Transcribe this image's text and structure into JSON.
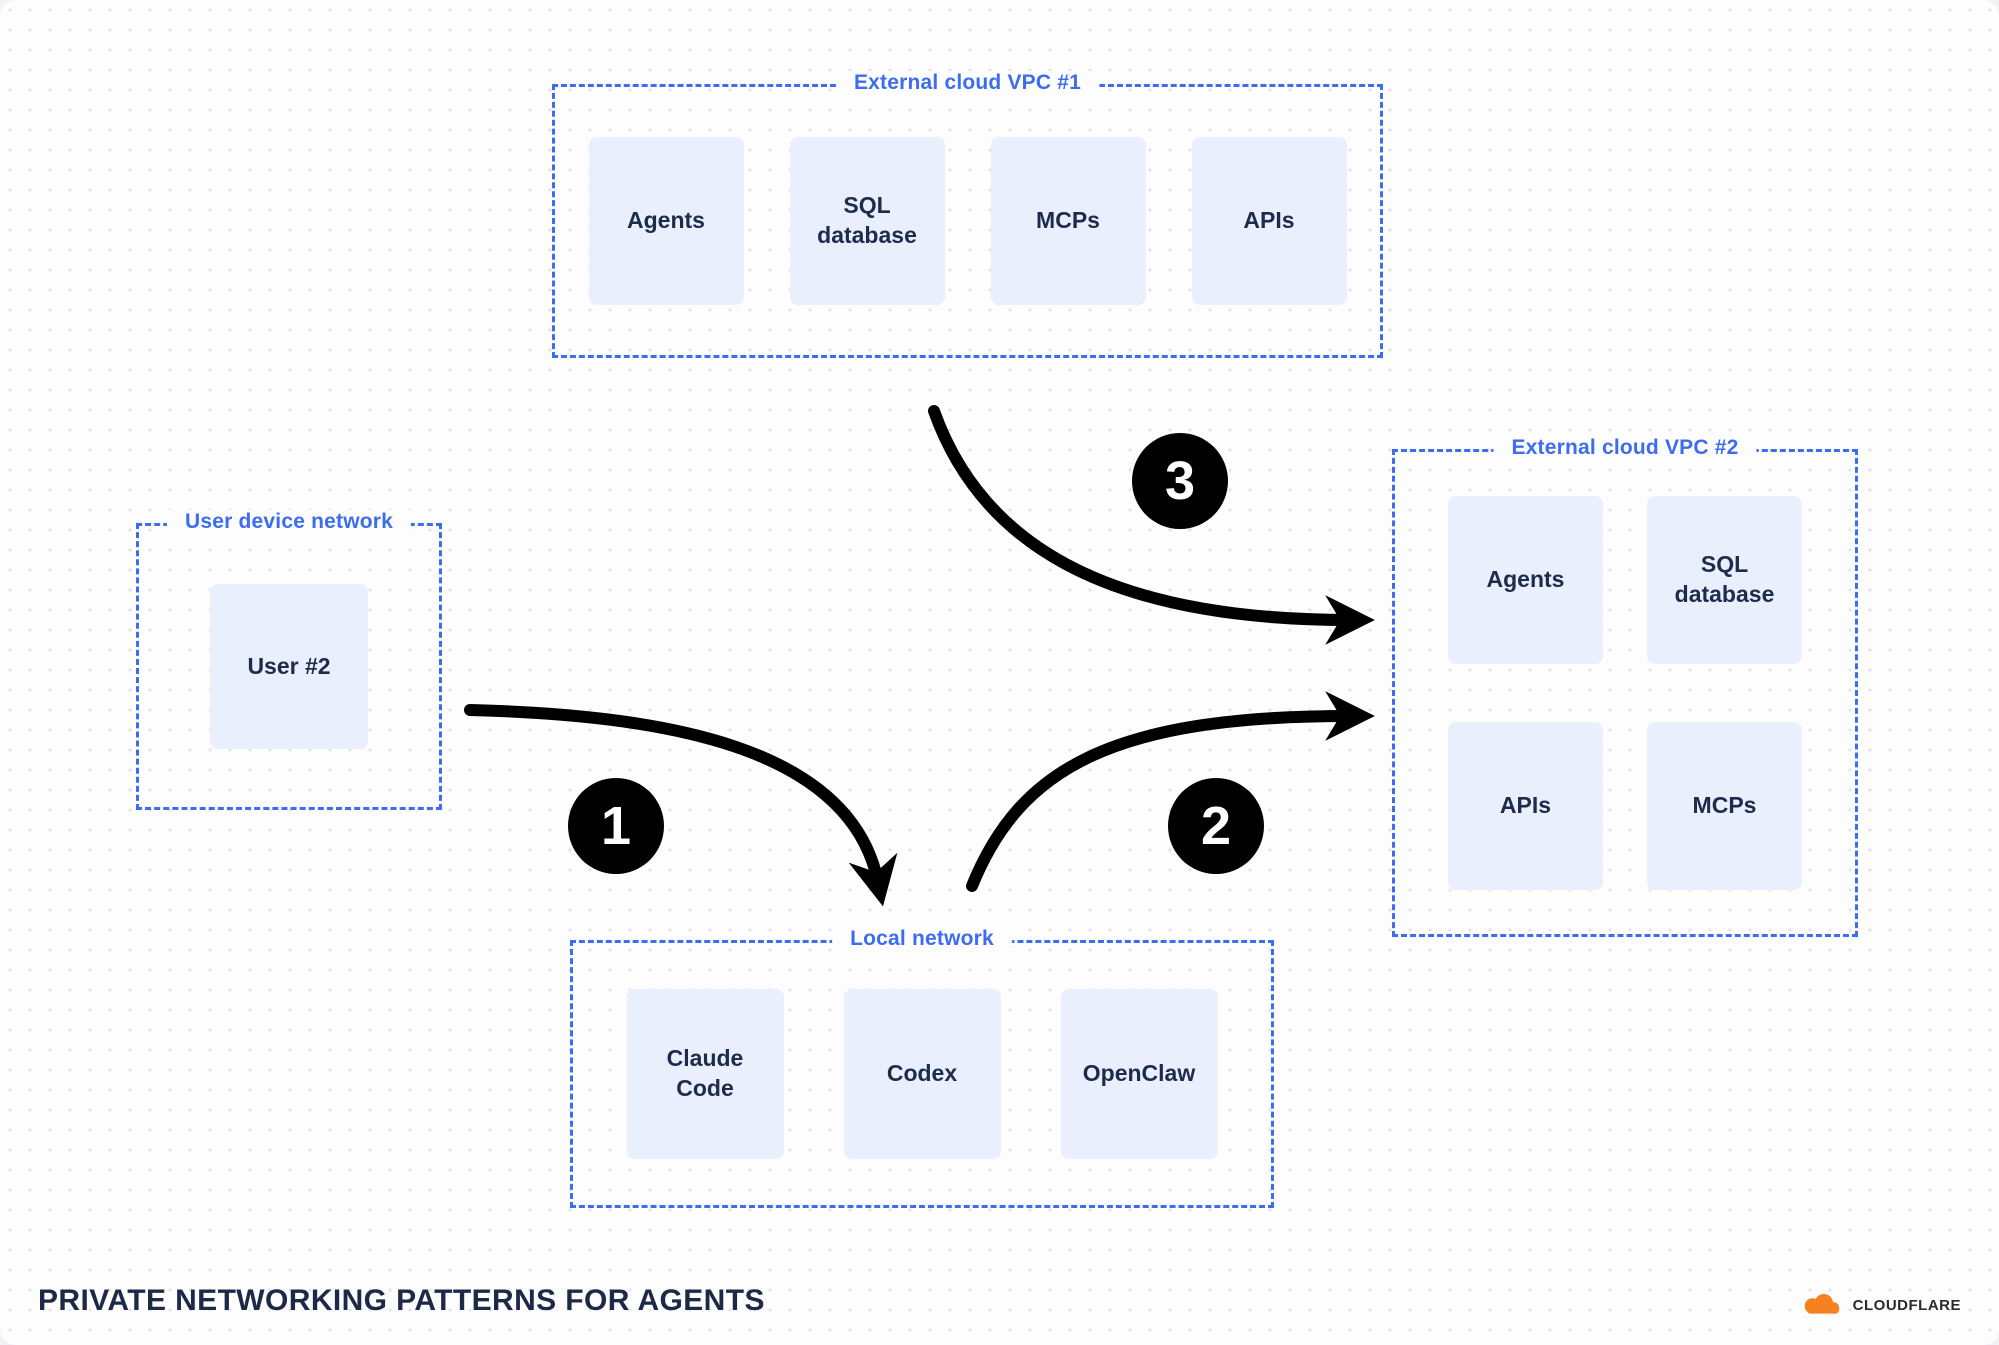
{
  "colors": {
    "accent_blue": "#3c6df0",
    "box_fill": "#e9effc",
    "text_navy": "#1d2b4d",
    "arrow_black": "#000000",
    "badge_bg": "#000000",
    "badge_text": "#ffffff",
    "brand_orange": "#f6821f"
  },
  "groups": {
    "vpc1": {
      "label": "External cloud VPC #1",
      "items": [
        "Agents",
        "SQL database",
        "MCPs",
        "APIs"
      ]
    },
    "vpc2": {
      "label": "External cloud VPC #2",
      "items": [
        "Agents",
        "SQL database",
        "APIs",
        "MCPs"
      ]
    },
    "user_device": {
      "label": "User device network",
      "items": [
        "User #2"
      ]
    },
    "local": {
      "label": "Local network",
      "items": [
        "Claude Code",
        "Codex",
        "OpenClaw"
      ]
    }
  },
  "badges": [
    {
      "number": "1",
      "from": "user-device-network",
      "to": "local-network"
    },
    {
      "number": "2",
      "from": "local-network",
      "to": "external-cloud-vpc-2"
    },
    {
      "number": "3",
      "from": "external-cloud-vpc-1",
      "to": "external-cloud-vpc-2"
    }
  ],
  "footer": {
    "title": "PRIVATE NETWORKING PATTERNS FOR AGENTS",
    "brand": "CLOUDFLARE"
  }
}
